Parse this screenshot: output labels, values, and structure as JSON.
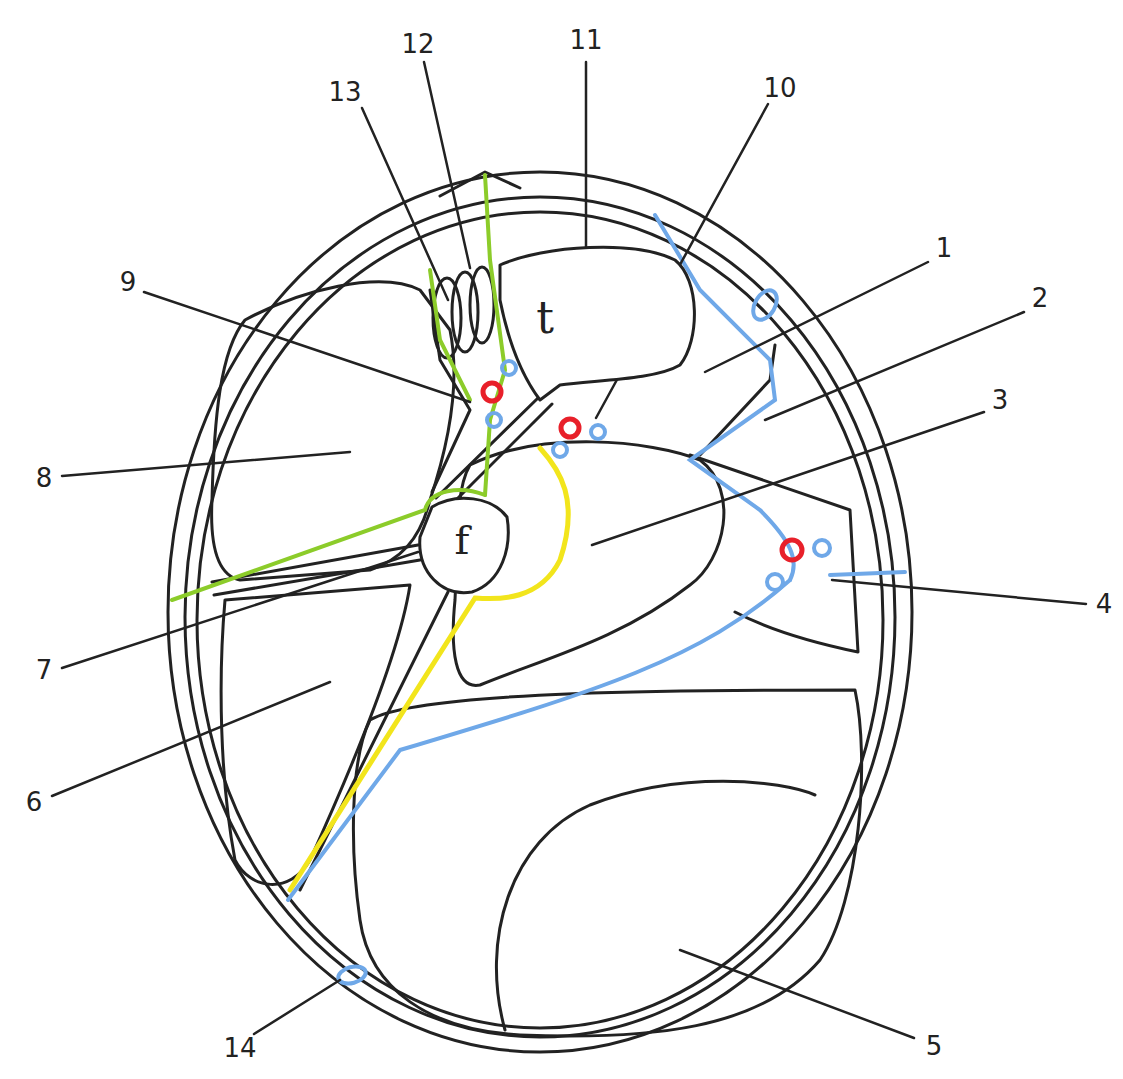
{
  "diagram": {
    "nodes": [
      {
        "text": [
          "t"
        ]
      },
      {
        "text": [
          "f"
        ]
      }
    ],
    "labels": [
      "13",
      "12",
      "11",
      "10",
      "9",
      "1",
      "2",
      "3",
      "8",
      "4",
      "7",
      "6",
      "14",
      "5"
    ]
  }
}
